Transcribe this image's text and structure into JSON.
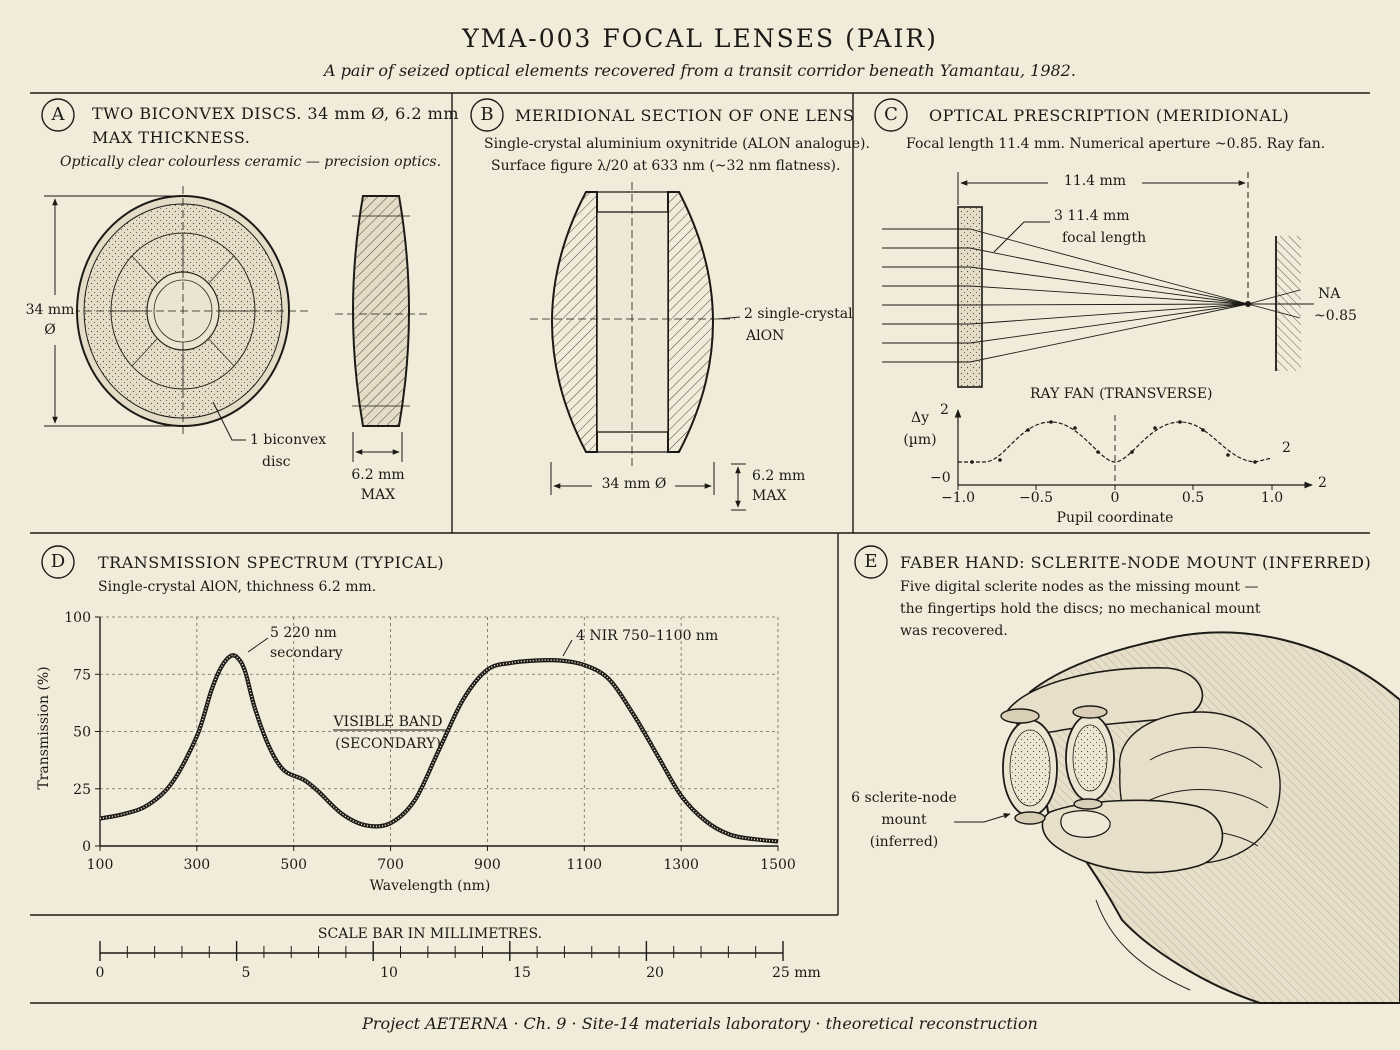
{
  "header": {
    "title": "YMA-003 FOCAL LENSES (PAIR)",
    "subtitle": "A pair of seized optical elements recovered from a transit corridor beneath Yamantau, 1982."
  },
  "panel_a": {
    "letter": "A",
    "title_line1": "TWO BICONVEX DISCS. 34 mm Ø, 6.2 mm",
    "title_line2": "MAX THICKNESS.",
    "description": "Optically clear colourless ceramic — precision optics.",
    "dim_label_1": "34 mm",
    "dim_label_2": "Ø",
    "callout_1": "1 biconvex",
    "callout_2": "disc",
    "thickness_1": "6.2 mm",
    "thickness_2": "MAX"
  },
  "panel_b": {
    "letter": "B",
    "title": "MERIDIONAL SECTION OF ONE LENS",
    "desc_line1": "Single-crystal aluminium oxynitride (ALON analogue).",
    "desc_line2": "Surface figure λ/20 at 633 nm (~32 nm flatness).",
    "callout_1": "2 single-crystal",
    "callout_2": "AlON",
    "diameter_label": "34 mm Ø",
    "thickness_1": "6.2 mm",
    "thickness_2": "MAX"
  },
  "panel_c": {
    "letter": "C",
    "title": "OPTICAL PRESCRIPTION (MERIDIONAL)",
    "description": "Focal length 11.4 mm. Numerical aperture ~0.85. Ray fan.",
    "focal_dim": "11.4 mm",
    "callout_1": "3 11.4 mm",
    "callout_2": "focal length",
    "na_1": "NA",
    "na_2": "~0.85",
    "rayfan_title": "RAY FAN (TRANSVERSE)",
    "rayfan_ylabel_1": "Δy",
    "rayfan_ylabel_2": "(µm)",
    "rayfan_ytick_top": "2",
    "rayfan_ytick_zero": "−0",
    "rayfan_xticks": [
      "−1.0",
      "−0.5",
      "0",
      "0.5",
      "1.0"
    ],
    "rayfan_xend": "2",
    "rayfan_curve_label": "2",
    "rayfan_xlabel": "Pupil coordinate"
  },
  "panel_d": {
    "letter": "D",
    "title": "TRANSMISSION SPECTRUM (TYPICAL)",
    "description": "Single-crystal AlON, thichness 6.2 mm.",
    "annotation_peak_1": "5 220 nm",
    "annotation_peak_2": "secondary",
    "annotation_nir": "4 NIR 750–1100 nm",
    "annotation_band_1": "VISIBLE BAND",
    "annotation_band_2": "(SECONDARY)"
  },
  "chart_data": {
    "type": "line",
    "xlabel": "Wavelength (nm)",
    "ylabel": "Transmission (%)",
    "xlim": [
      100,
      1500
    ],
    "ylim": [
      0,
      100
    ],
    "xticks": [
      100,
      300,
      500,
      700,
      900,
      1100,
      1300,
      1500
    ],
    "yticks": [
      0,
      25,
      50,
      75,
      100
    ],
    "grid": true,
    "series": [
      {
        "x": [
          100,
          150,
          200,
          250,
          300,
          330,
          350,
          370,
          385,
          400,
          420,
          450,
          480,
          520,
          550,
          600,
          650,
          700,
          750,
          800,
          850,
          900,
          950,
          1000,
          1050,
          1100,
          1150,
          1200,
          1250,
          1300,
          1350,
          1400,
          1450,
          1500
        ],
        "y": [
          12,
          14,
          18,
          28,
          48,
          68,
          78,
          83,
          82,
          76,
          60,
          43,
          33,
          29,
          24,
          14,
          9,
          10,
          20,
          42,
          64,
          77,
          80,
          81,
          81,
          79,
          73,
          58,
          40,
          22,
          11,
          5,
          3,
          2
        ]
      }
    ]
  },
  "panel_e": {
    "letter": "E",
    "title": "FABER HAND: SCLERITE-NODE MOUNT (INFERRED)",
    "desc_line1": "Five digital sclerite nodes as the missing mount —",
    "desc_line2": "the fingertips hold the discs; no mechanical mount",
    "desc_line3": "was recovered.",
    "callout_1": "6 sclerite-node",
    "callout_2": "mount",
    "callout_3": "(inferred)"
  },
  "scale_bar": {
    "title": "SCALE BAR IN MILLIMETRES.",
    "ticks": [
      "0",
      "5",
      "10",
      "15",
      "20",
      "25 mm"
    ]
  },
  "footer": {
    "text": "Project AETERNA · Ch. 9 · Site-14 materials laboratory · theoretical reconstruction"
  }
}
